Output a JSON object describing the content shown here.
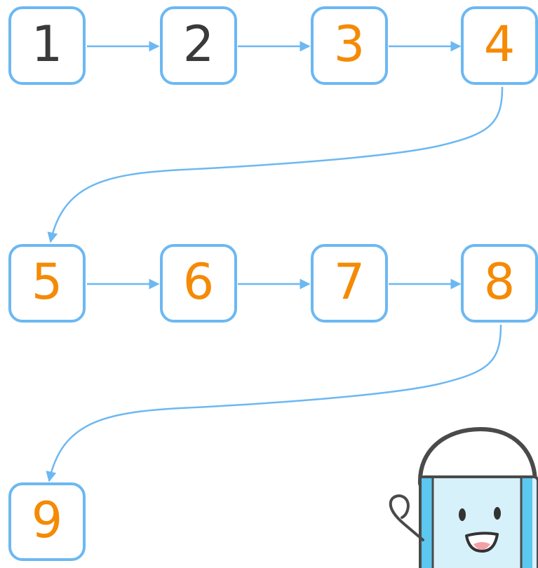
{
  "colors": {
    "connector": "#6cb8f2",
    "completed_number": "#3a3a3a",
    "upcoming_number": "#f58a05",
    "mascot_body": "#d7f1fb",
    "mascot_stripe": "#5cc7ef",
    "mascot_outline": "#4a4a4a"
  },
  "steps": [
    {
      "label": "1",
      "status": "completed"
    },
    {
      "label": "2",
      "status": "completed"
    },
    {
      "label": "3",
      "status": "upcoming"
    },
    {
      "label": "4",
      "status": "upcoming"
    },
    {
      "label": "5",
      "status": "upcoming"
    },
    {
      "label": "6",
      "status": "upcoming"
    },
    {
      "label": "7",
      "status": "upcoming"
    },
    {
      "label": "8",
      "status": "upcoming"
    },
    {
      "label": "9",
      "status": "upcoming"
    }
  ],
  "mascot": {
    "icon": "waving-robot-mascot-icon"
  }
}
